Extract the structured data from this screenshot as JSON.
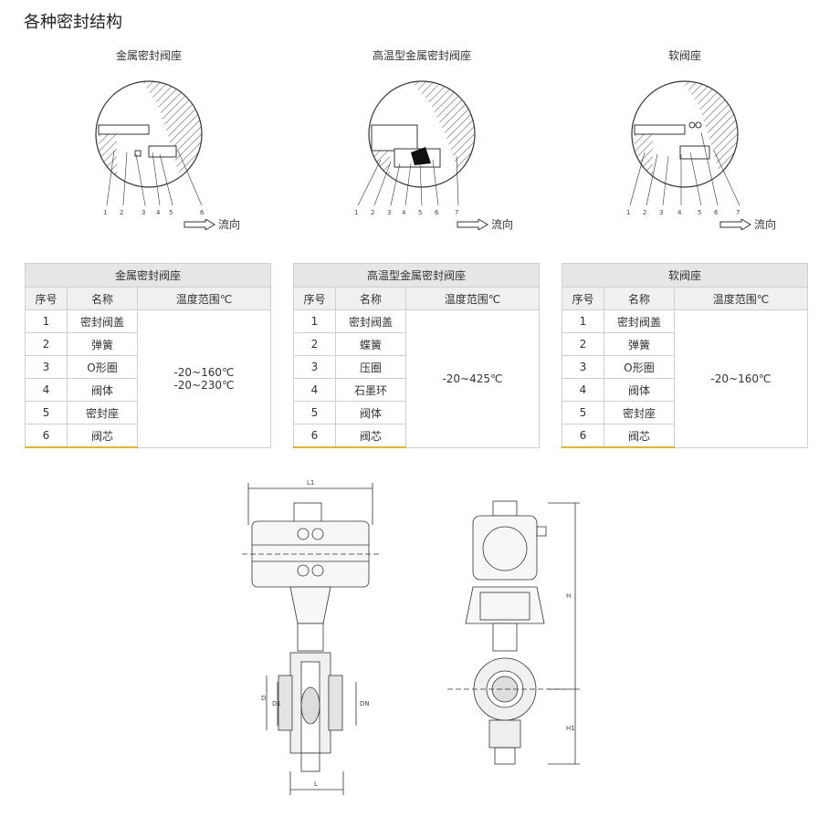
{
  "page_title": "各种密封结构",
  "diagrams": [
    {
      "title": "金属密封阀座",
      "labels": [
        "1",
        "2",
        "3",
        "4",
        "5",
        "6"
      ],
      "flow": "流向"
    },
    {
      "title": "高温型金属密封阀座",
      "labels": [
        "1",
        "2",
        "3",
        "4",
        "5",
        "6",
        "7"
      ],
      "flow": "流向"
    },
    {
      "title": "软阀座",
      "labels": [
        "1",
        "2",
        "3",
        "4",
        "5",
        "6",
        "7"
      ],
      "flow": "流向"
    }
  ],
  "tables": [
    {
      "caption": "金属密封阀座",
      "headers": [
        "序号",
        "名称",
        "温度范围℃"
      ],
      "rows": [
        [
          "1",
          "密封阀盖"
        ],
        [
          "2",
          "弹簧"
        ],
        [
          "3",
          "O形圈"
        ],
        [
          "4",
          "阀体"
        ],
        [
          "5",
          "密封座"
        ],
        [
          "6",
          "阀芯"
        ]
      ],
      "temperature": [
        "-20~160℃",
        "-20~230℃"
      ]
    },
    {
      "caption": "高温型金属密封阀座",
      "headers": [
        "序号",
        "名称",
        "温度范围℃"
      ],
      "rows": [
        [
          "1",
          "密封阀盖"
        ],
        [
          "2",
          "蝶簧"
        ],
        [
          "3",
          "压圈"
        ],
        [
          "4",
          "石墨环"
        ],
        [
          "5",
          "阀体"
        ],
        [
          "6",
          "阀芯"
        ]
      ],
      "temperature": [
        "-20~425℃"
      ]
    },
    {
      "caption": "软阀座",
      "headers": [
        "序号",
        "名称",
        "温度范围℃"
      ],
      "rows": [
        [
          "1",
          "密封阀盖"
        ],
        [
          "2",
          "弹簧"
        ],
        [
          "3",
          "O形圈"
        ],
        [
          "4",
          "阀体"
        ],
        [
          "5",
          "密封座"
        ],
        [
          "6",
          "阀芯"
        ]
      ],
      "temperature": [
        "-20~160℃"
      ]
    }
  ],
  "dimensions": {
    "front": [
      "L1",
      "D",
      "D1",
      "DN",
      "L"
    ],
    "side": [
      "H",
      "H1"
    ]
  }
}
